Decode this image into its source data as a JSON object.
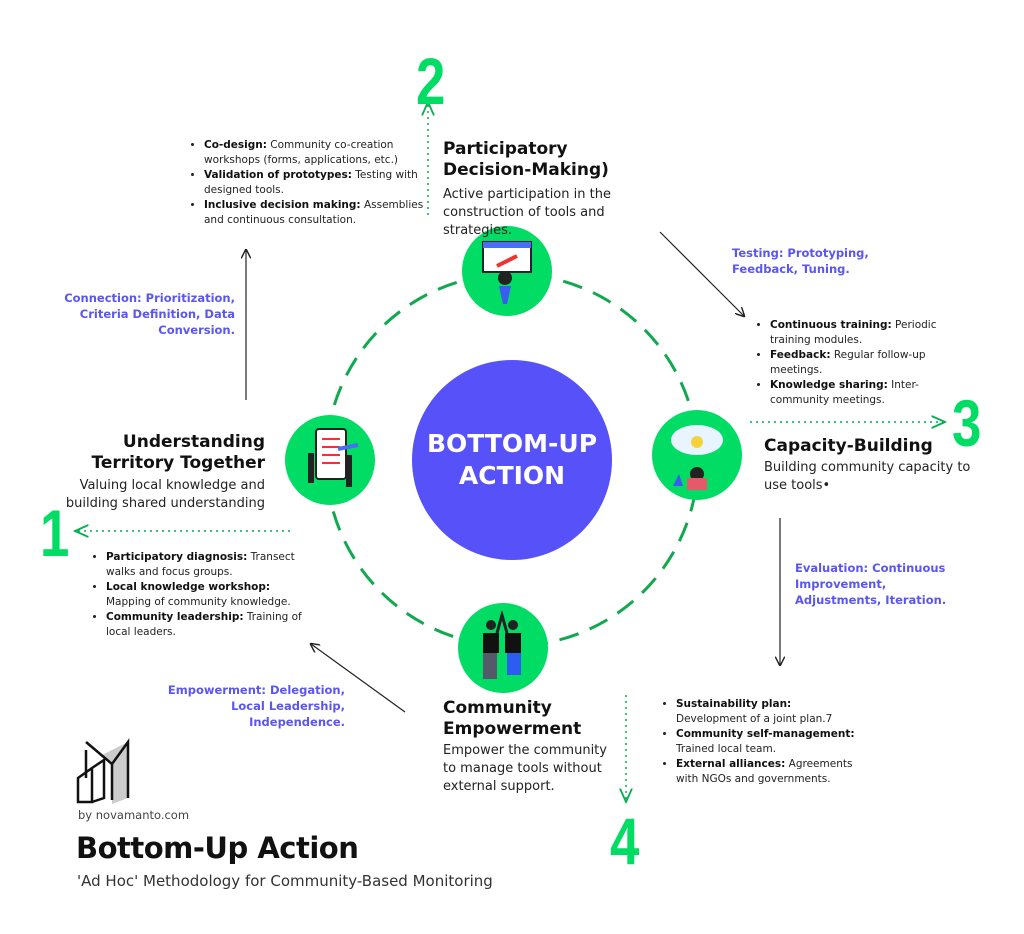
{
  "center": {
    "line1": "BOTTOM-UP",
    "line2": "ACTION"
  },
  "colors": {
    "green": "#00dc64",
    "blue": "#5651f8",
    "label_blue": "#5a55f5"
  },
  "steps": [
    {
      "number": "1",
      "title_line1": "Understanding",
      "title_line2": "Territory Together",
      "description": "Valuing local knowledge and building shared understanding",
      "bullets": [
        {
          "term": "Participatory diagnosis:",
          "text": " Transect walks and focus groups."
        },
        {
          "term": "Local knowledge workshop:",
          "text": " Mapping of community knowledge."
        },
        {
          "term": "Community leadership:",
          "text": " Training of local leaders."
        }
      ]
    },
    {
      "number": "2",
      "title_line1": "Participatory",
      "title_line2": "Decision-Making)",
      "description": "Active participation in the construction of tools and strategies.",
      "bullets": [
        {
          "term": "Co-design:",
          "text": " Community co-creation workshops (forms, applications, etc.)"
        },
        {
          "term": "Validation of prototypes:",
          "text": " Testing with designed tools."
        },
        {
          "term": "Inclusive decision making:",
          "text": " Assemblies and continuous consultation."
        }
      ]
    },
    {
      "number": "3",
      "title_line1": "Capacity-Building",
      "description": "Building community capacity to use tools•",
      "bullets": [
        {
          "term": "Continuous training:",
          "text": " Periodic training modules."
        },
        {
          "term": "Feedback:",
          "text": " Regular follow-up meetings."
        },
        {
          "term": "Knowledge sharing:",
          "text": " Inter-community meetings."
        }
      ]
    },
    {
      "number": "4",
      "title_line1": "Community",
      "title_line2": "Empowerment",
      "description": "Empower the community to manage tools without external support.",
      "bullets": [
        {
          "term": "Sustainability plan:",
          "text": " Development of a joint plan.7"
        },
        {
          "term": "Community self-management:",
          "text": " Trained local team."
        },
        {
          "term": "External alliances:",
          "text": " Agreements with NGOs and governments."
        }
      ]
    }
  ],
  "transitions": {
    "connection": "Connection: Prioritization, Criteria Definition, Data Conversion.",
    "testing": "Testing: Prototyping, Feedback, Tuning.",
    "evaluation": "Evaluation: Continuous Improvement, Adjustments, Iteration.",
    "empowerment": "Empowerment: Delegation, Local Leadership, Independence."
  },
  "footer": {
    "byline": "by novamanto.com",
    "title": "Bottom-Up Action",
    "subtitle": "'Ad Hoc' Methodology for Community-Based Monitoring"
  }
}
